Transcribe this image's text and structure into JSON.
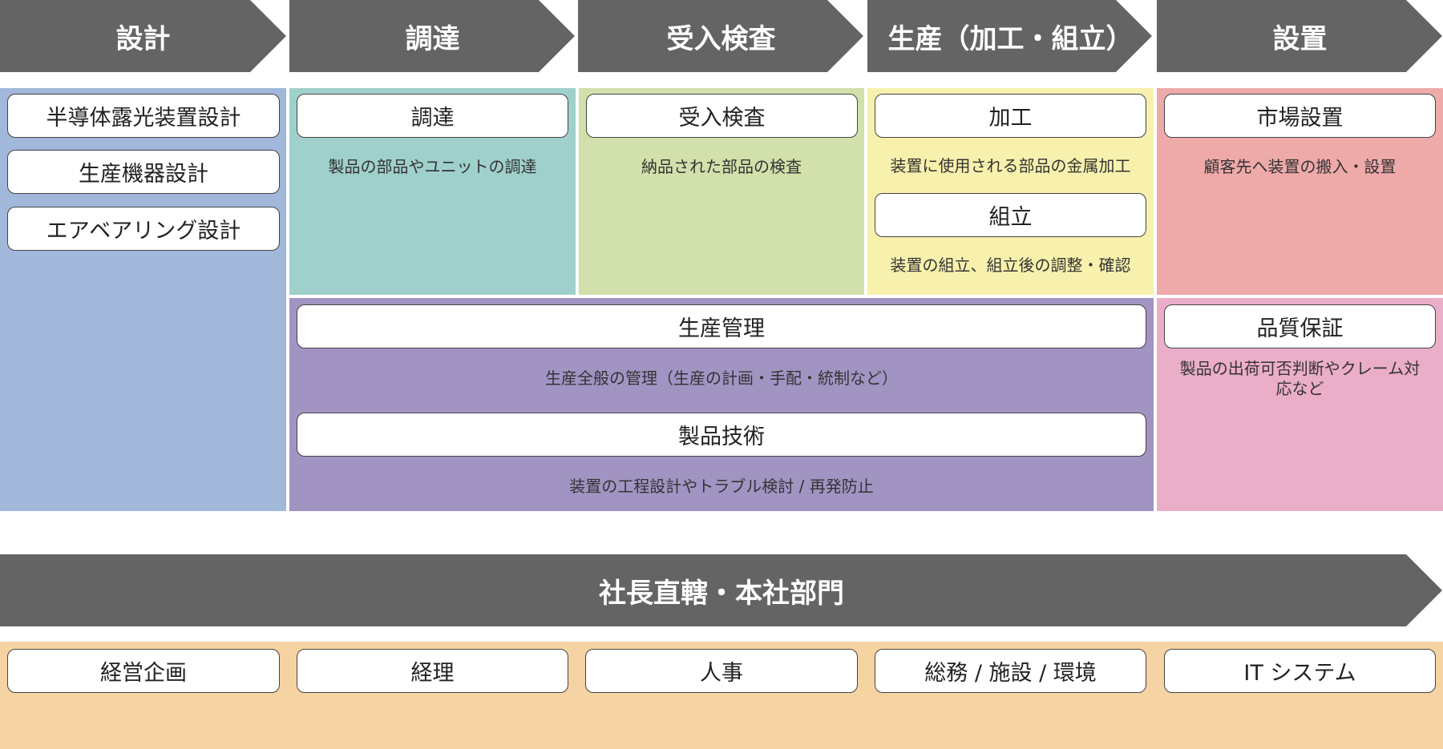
{
  "headers": [
    "設計",
    "調達",
    "受入検査",
    "生産（加工・組立）",
    "設置"
  ],
  "design": {
    "items": [
      "半導体露光装置設計",
      "生産機器設計",
      "エアベアリング設計"
    ]
  },
  "procurement": {
    "title": "調達",
    "desc": "製品の部品やユニットの調達"
  },
  "inspection": {
    "title": "受入検査",
    "desc": "納品された部品の検査"
  },
  "production": {
    "processing_title": "加工",
    "processing_desc": "装置に使用される部品の金属加工",
    "assembly_title": "組立",
    "assembly_desc": "装置の組立、組立後の調整・確認"
  },
  "installation": {
    "title": "市場設置",
    "desc": "顧客先へ装置の搬入・設置"
  },
  "production_mgmt": {
    "title": "生産管理",
    "desc": "生産全般の管理（生産の計画・手配・統制など）",
    "tech_title": "製品技術",
    "tech_desc": "装置の工程設計やトラブル検討 / 再発防止"
  },
  "quality": {
    "title": "品質保証",
    "desc": "製品の出荷可否判断やクレーム対応など"
  },
  "hq": {
    "title": "社長直轄・本社部門",
    "items": [
      "経営企画",
      "経理",
      "人事",
      "総務 / 施設 / 環境",
      "IT システム"
    ]
  },
  "colors": {
    "header": "#646464",
    "design": "#a1b8db",
    "procurement": "#9fd0cc",
    "inspection": "#d2e0ab",
    "production": "#f8f1ad",
    "installation": "#eeaaa9",
    "production_mgmt": "#a194c3",
    "quality": "#ebaec9",
    "hq_band": "#f6d3a2"
  }
}
